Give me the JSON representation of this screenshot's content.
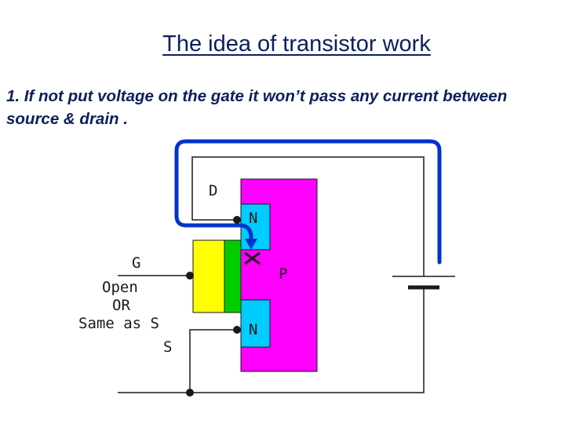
{
  "slide": {
    "title": "The idea of transistor work",
    "point": "1. If not put voltage on the gate it won’t  pass any current between source & drain ."
  },
  "diagram": {
    "labels": {
      "drain": "D",
      "gate": "G",
      "gate_open": "Open",
      "gate_or": "OR",
      "gate_same": "Same as S",
      "source": "S",
      "body": "P",
      "n_top": "N",
      "n_bottom": "N"
    },
    "colors": {
      "p_substrate": "#ff00ff",
      "n_region": "#00ccff",
      "gate_metal": "#ffff00",
      "gate_oxide": "#00cc00",
      "current_path": "#0033cc",
      "wire": "#1a1a1a"
    },
    "icon_names": {
      "blocked": "x-mark-icon",
      "current": "arrow-down-icon",
      "supply": "battery-icon"
    }
  }
}
